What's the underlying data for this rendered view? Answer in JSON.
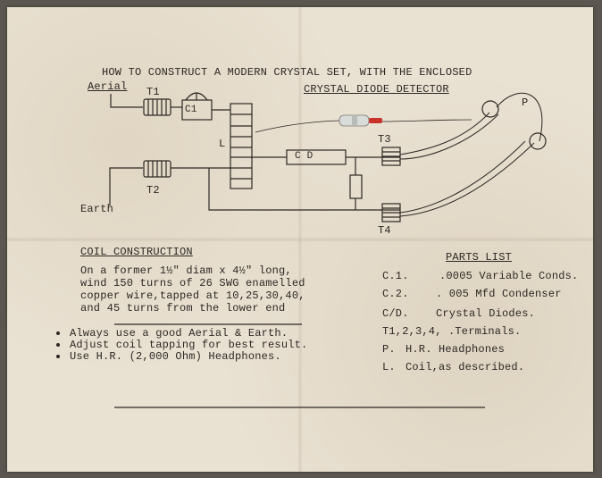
{
  "title": {
    "line1": "HOW TO CONSTRUCT A MODERN CRYSTAL SET, WITH THE ENCLOSED",
    "line2": "CRYSTAL DIODE DETECTOR"
  },
  "schematic": {
    "aerial": "Aerial",
    "earth": "Earth",
    "t1": "T1",
    "t2": "T2",
    "t3": "T3",
    "t4": "T4",
    "c1": "C1",
    "coil": "L",
    "cd": "C D",
    "p": "P"
  },
  "coil_construction": {
    "heading": "COIL CONSTRUCTION",
    "lines": [
      "On a former 1½\" diam x 4½\" long,",
      "wind 150 turns of 26 SWG enamelled",
      "copper wire,tapped at 10,25,30,40,",
      "and 45 turns from the lower end"
    ]
  },
  "tips": [
    "Always use a good Aerial & Earth.",
    "Adjust coil tapping for best result.",
    "Use H.R. (2,000 Ohm) Headphones."
  ],
  "parts_list": {
    "heading": "PARTS LIST",
    "items": [
      {
        "code": "C.1.",
        "desc": ".0005 Variable Conds."
      },
      {
        "code": "C.2.",
        "desc": ". 005 Mfd Condenser"
      },
      {
        "code": "C/D.",
        "desc": "Crystal Diodes."
      },
      {
        "code": "T1,2,3,4,",
        "desc": ".Terminals."
      },
      {
        "code": "P.",
        "desc": "H.R. Headphones"
      },
      {
        "code": "L.",
        "desc": "Coil,as described."
      }
    ]
  }
}
